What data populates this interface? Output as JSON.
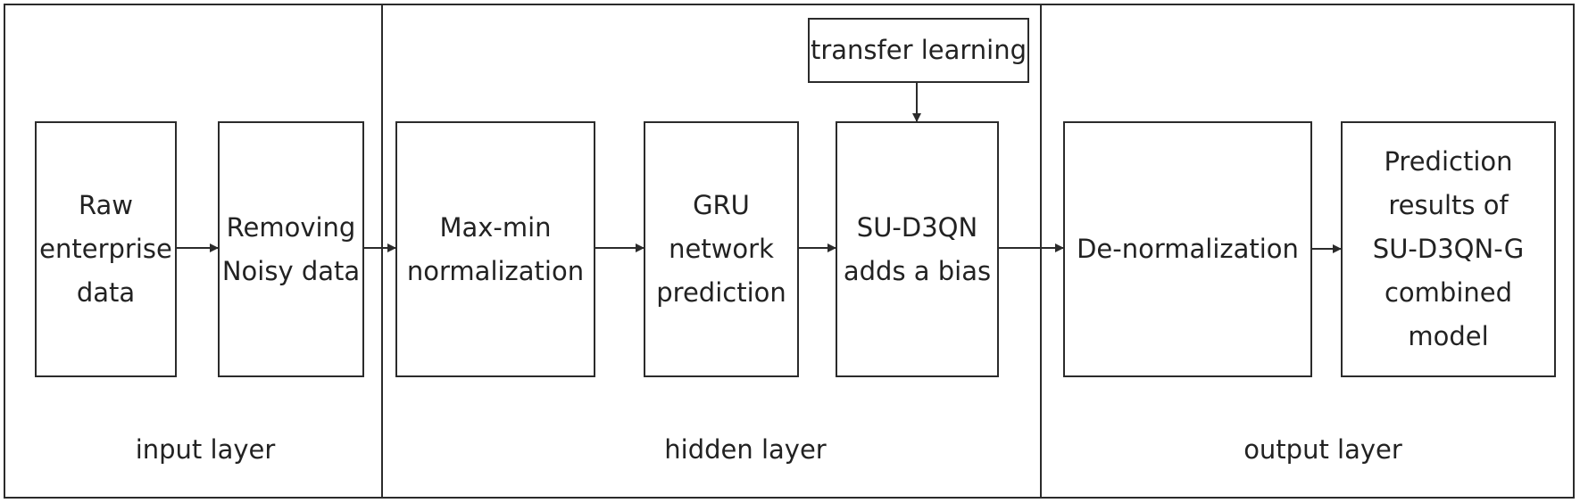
{
  "sections": [
    {
      "id": "input",
      "label": "input layer"
    },
    {
      "id": "hidden",
      "label": "hidden layer"
    },
    {
      "id": "output",
      "label": "output layer"
    }
  ],
  "boxes": {
    "raw": "Raw\nenterprise\ndata",
    "removing": "Removing\nNoisy data",
    "maxmin": "Max-min\nnormalization",
    "gru": "GRU\nnetwork\nprediction",
    "sud3qn": "SU-D3QN\nadds a bias",
    "transfer": "transfer learning",
    "denorm": "De-normalization",
    "prediction": "Prediction\nresults of\nSU-D3QN-G\ncombined\nmodel"
  },
  "colors": {
    "stroke": "#2b2b2b",
    "text": "#222222",
    "background": "#ffffff"
  }
}
